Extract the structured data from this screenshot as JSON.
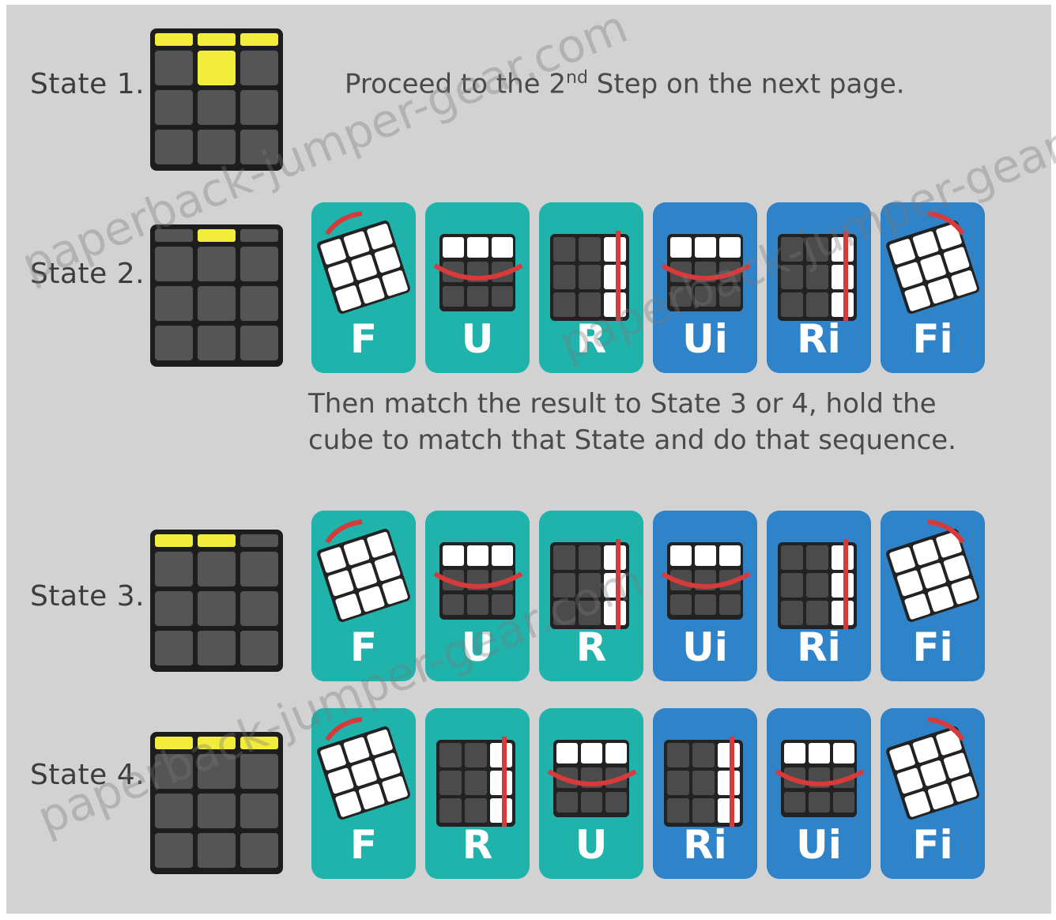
{
  "colors": {
    "teal": "#20b3ac",
    "blue": "#2f83c9",
    "yellow": "#f2ec3c",
    "gray": "#555555",
    "arrow": "#d63a3a"
  },
  "states": [
    {
      "label": "State 1.",
      "yellow": [
        1,
        1,
        1,
        0,
        1,
        0
      ]
    },
    {
      "label": "State 2.",
      "yellow": [
        0,
        1,
        0,
        0,
        0,
        0
      ]
    },
    {
      "label": "State 3.",
      "yellow": [
        1,
        1,
        0,
        0,
        0,
        0
      ]
    },
    {
      "label": "State 4.",
      "yellow": [
        1,
        1,
        1,
        0,
        0,
        0
      ]
    }
  ],
  "proceed": {
    "prefix": "Proceed to the 2",
    "sup": "nd",
    "suffix": " Step on the next page."
  },
  "instructions": {
    "line1": "Then match the result to State 3 or 4, hold the",
    "line2": "cube to match that State and do that sequence."
  },
  "sequences": [
    [
      "F",
      "U",
      "R",
      "Ui",
      "Ri",
      "Fi"
    ],
    [
      "F",
      "U",
      "R",
      "Ui",
      "Ri",
      "Fi"
    ],
    [
      "F",
      "R",
      "U",
      "Ri",
      "Ui",
      "Fi"
    ]
  ],
  "icons": {
    "F": "front-turn-icon",
    "Fi": "front-inverse-turn-icon",
    "U": "up-turn-icon",
    "Ui": "up-inverse-turn-icon",
    "R": "right-turn-icon",
    "Ri": "right-inverse-turn-icon"
  },
  "watermark": [
    "paperback-jumper-gear.com",
    "paperback-jumper-gear.com",
    "paperback-jumper-gear.com"
  ]
}
